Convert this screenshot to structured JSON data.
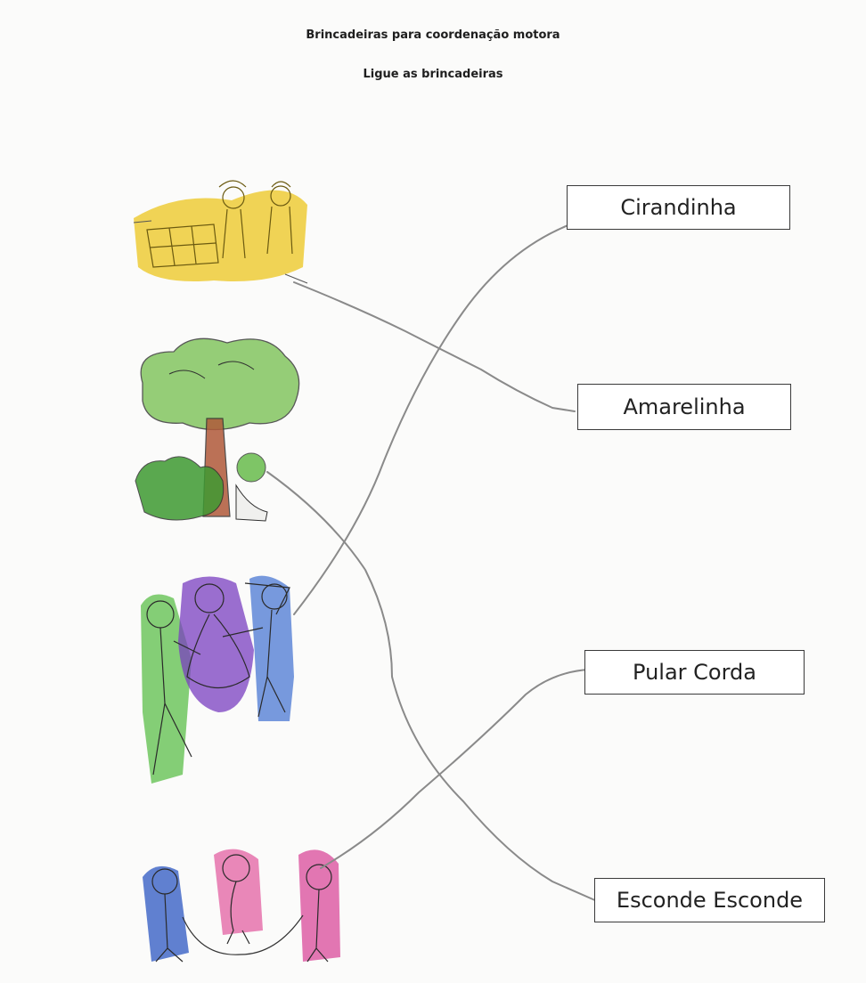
{
  "worksheet": {
    "title": "Brincadeiras para coordenação motora",
    "instruction": "Ligue as brincadeiras",
    "labels": [
      "Cirandinha",
      "Amarelinha",
      "Pular Corda",
      "Esconde Esconde"
    ],
    "illustrations": [
      {
        "icon": "hopscotch-icon",
        "color": "#e8c21a"
      },
      {
        "icon": "tree-hide-and-seek-icon",
        "color": "#5fb842"
      },
      {
        "icon": "circle-dance-icon",
        "color": "#7a3fc0"
      },
      {
        "icon": "jump-rope-icon",
        "color": "#d94a9a"
      }
    ],
    "pencil_color": "#8a8a8a"
  }
}
